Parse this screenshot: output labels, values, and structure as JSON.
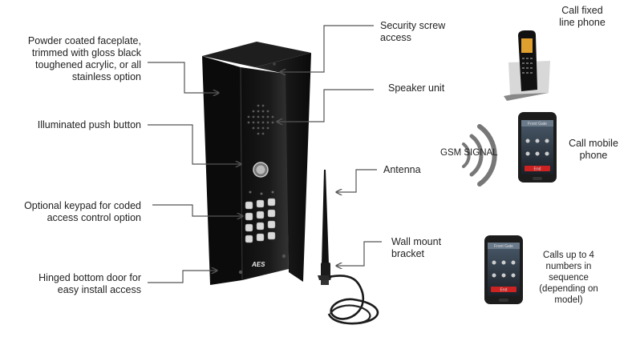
{
  "left_labels": {
    "faceplate": [
      "Powder coated faceplate,",
      "trimmed with gloss black",
      "toughened acrylic, or all",
      "stainless option"
    ],
    "push_button": [
      "Illuminated push button"
    ],
    "keypad": [
      "Optional keypad for coded",
      "access control option"
    ],
    "bottom_door": [
      "Hinged bottom door for",
      "easy install access"
    ]
  },
  "middle_labels": {
    "screw": [
      "Security screw",
      "access"
    ],
    "speaker": [
      "Speaker unit"
    ],
    "antenna": [
      "Antenna"
    ],
    "wall_mount": [
      "Wall mount",
      "bracket"
    ]
  },
  "right_labels": {
    "fixed_line": [
      "Call fixed",
      "line phone"
    ],
    "mobile": [
      "Call mobile",
      "phone"
    ],
    "sequence": [
      "Calls up to 4",
      "numbers in",
      "sequence",
      "(depending on",
      "model)"
    ],
    "gsm": "GSM SIGNAL"
  },
  "device": {
    "logo": "AES"
  },
  "mobile_screen": {
    "title": "Front Gate",
    "end_label": "End"
  },
  "colors": {
    "arrow": "#555555",
    "panel": "#121212",
    "wave": "#777777",
    "end_button": "#cc2222"
  }
}
